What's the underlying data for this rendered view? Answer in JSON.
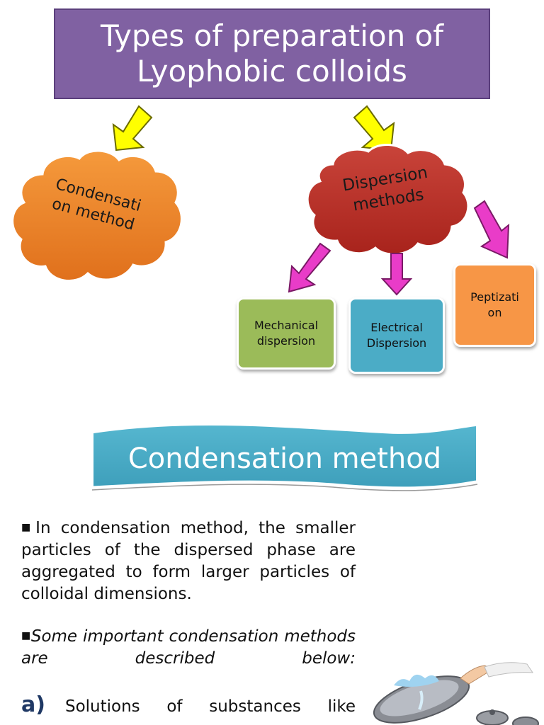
{
  "title": {
    "line1": "Types of preparation of",
    "line2": "Lyophobic colloids"
  },
  "clouds": {
    "condensation": {
      "line1": "Condensati",
      "line2": "on method"
    },
    "dispersion": {
      "line1": "Dispersion",
      "line2": "methods"
    }
  },
  "methods": {
    "mechanical": {
      "line1": "Mechanical",
      "line2": "dispersion"
    },
    "electrical": {
      "line1": "Electrical",
      "line2": "Dispersion"
    },
    "peptization": {
      "line1": "Peptizati",
      "line2": "on"
    }
  },
  "banner": {
    "text": "Condensation method"
  },
  "body": {
    "p1": "In condensation method, the smaller particles of the dispersed phase are aggregated to form larger particles of colloidal dimensions.",
    "p2": "Some important condensation methods are described below:",
    "p3_letter": "a)",
    "p3_text": "Solutions of substances like"
  },
  "colors": {
    "title_bg": "#8061a2",
    "yellow_arrow": "#ffff00",
    "magenta_arrow": "#e93cc8",
    "orange_cloud": "#ee8a2e",
    "red_cloud": "#c0392b",
    "green_box": "#9bbb59",
    "blue_box": "#4bacc6",
    "orange_box": "#f79646",
    "banner": "#4bacc6"
  }
}
